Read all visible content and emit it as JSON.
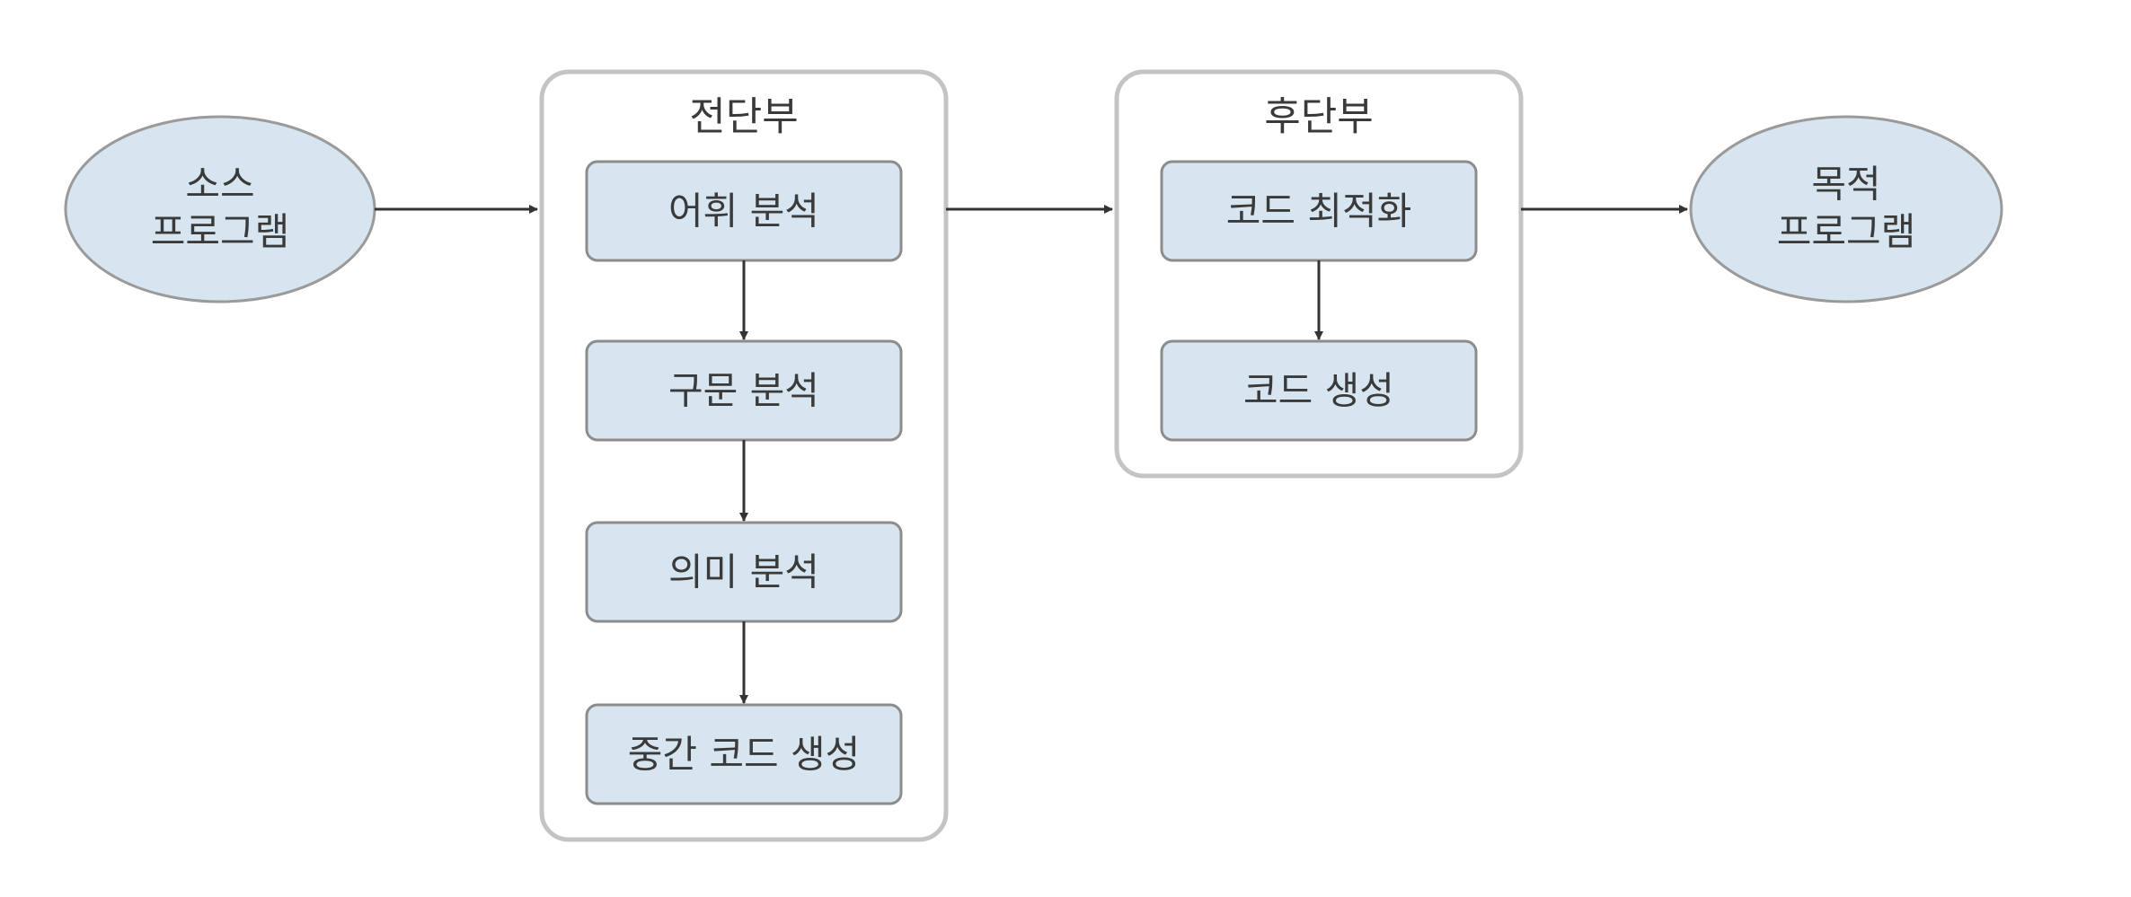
{
  "source": {
    "line1": "소스",
    "line2": "프로그램"
  },
  "target": {
    "line1": "목적",
    "line2": "프로그램"
  },
  "frontend": {
    "title": "전단부",
    "steps": [
      "어휘 분석",
      "구문 분석",
      "의미 분석",
      "중간 코드 생성"
    ]
  },
  "backend": {
    "title": "후단부",
    "steps": [
      "코드 최적화",
      "코드 생성"
    ]
  },
  "colors": {
    "node_fill": "#d6e5ef",
    "group_border": "#c4c4c4",
    "arrow": "#333333"
  }
}
